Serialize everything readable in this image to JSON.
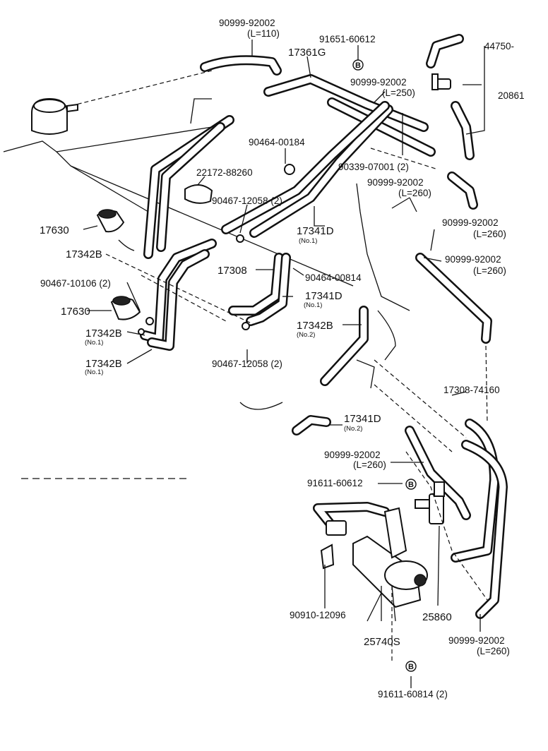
{
  "labels": {
    "p_90999_110": "90999-92002",
    "l_110": "(L=110)",
    "p_91651": "91651-60612",
    "p_17361g": "17361G",
    "b1": "B",
    "p_44750a": "44750-",
    "p_44750b": "20861",
    "p_90999_250": "90999-92002",
    "l_250": "(L=250)",
    "p_90464_184": "90464-00184",
    "p_90339": "90339-07001 (2)",
    "p_22172": "22172-88260",
    "p_90999_260a": "90999-92002",
    "l_260a": "(L=260)",
    "p_90467_2058a": "90467-12058 (2)",
    "p_17630a": "17630",
    "p_17341d_1": "17341D",
    "no1_a": "(No.1)",
    "p_90999_260b": "90999-92002",
    "l_260b": "(L=260)",
    "p_17342b_top": "17342B",
    "p_90999_260c": "90999-92002",
    "l_260c": "(L=260)",
    "p_17308": "17308",
    "p_90464_814": "90464-00814",
    "p_90467_10106": "90467-10106 (2)",
    "p_17341d_2": "17341D",
    "no1_b": "(No.1)",
    "p_17630b": "17630",
    "p_17342b_no2": "17342B",
    "no2_a": "(No.2)",
    "p_17342b_no1a": "17342B",
    "no1_c": "(No.1)",
    "p_17342b_no1b": "17342B",
    "no1_d": "(No.1)",
    "p_90467_2058b": "90467-12058 (2)",
    "p_17308_74160": "17308-74160",
    "p_17341d_3": "17341D",
    "no2_b": "(No.2)",
    "p_90999_260d": "90999-92002",
    "l_260d": "(L=260)",
    "p_91611_612": "91611-60612",
    "b2": "B",
    "p_90910": "90910-12096",
    "p_25860": "25860",
    "p_25740s": "25740S",
    "p_90999_260e": "90999-92002",
    "l_260e": "(L=260)",
    "b3": "B",
    "p_91611_814": "91611-60814 (2)"
  }
}
